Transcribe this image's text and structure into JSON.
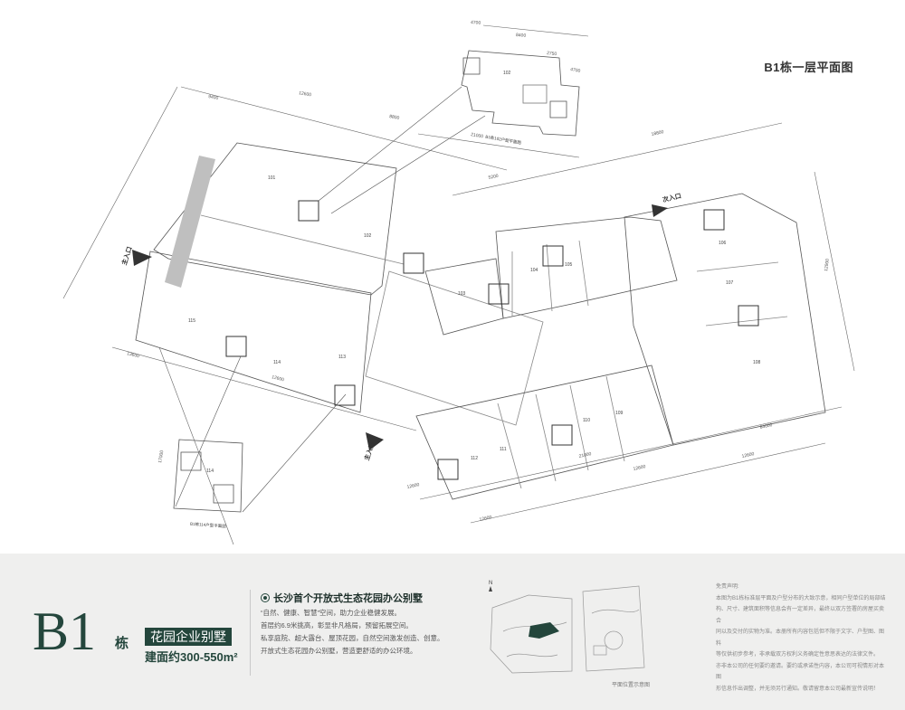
{
  "plan": {
    "title": "B1栋一层平面图",
    "entrance_main": "主入口",
    "entrance_secondary": "次入口",
    "inset_top_caption": "B1栋102户型平面图",
    "inset_bottom_caption": "B1栋114户型平面图",
    "units": [
      "101",
      "102",
      "103",
      "104",
      "105",
      "106",
      "107",
      "108",
      "109",
      "110",
      "111",
      "112",
      "113",
      "114",
      "115"
    ],
    "dims": [
      "4700",
      "8400",
      "2750",
      "4700",
      "12600",
      "9400",
      "21000",
      "8800",
      "18800",
      "5200",
      "13600",
      "12600",
      "12600",
      "21000",
      "12600",
      "84000",
      "12600",
      "12600",
      "17000",
      "12900"
    ]
  },
  "footer": {
    "building_code": "B1",
    "building_suffix": "栋",
    "category": "花园企业别墅",
    "area_text": "建面约300-550m²",
    "feature_title": "长沙首个开放式生态花园办公别墅",
    "feature_lines": [
      "“自然、健康、智慧”空间，助力企业稳健发展。",
      "首层约6.9米挑高，彰显非凡格局，预留拓展空间。",
      "私享庭院、超大露台、屋顶花园，自然空间激发创造、创意。",
      "开放式生态花园办公别墅，营造更舒适的办公环境。"
    ],
    "map_north": "N",
    "map_caption": "平面位置示意图",
    "notice_title": "免责声明:",
    "notice_lines": [
      "本图为B1栋标准层平面及户型分布的大致示意，相同户型单位的局部结",
      "构、尺寸、建筑面积等信息会有一定差异，最终以双方签署的房屋买卖合",
      "同以及交付的实物为准。本册所有内容包括但不限于文字、户型图、图料",
      "等仅供初步参考，非承载双方权利义务确定性意思表达的法律文件。",
      "亦非本公司的任何要约邀请。要约或承诺性内容，本公司可视情形对本图",
      "形信息作出调整，并无须另行通知。敬请留意本公司最新宣传说明！"
    ]
  },
  "colors": {
    "brand_green": "#24463c",
    "footer_bg": "#efefee",
    "line": "#4a4a4a"
  }
}
